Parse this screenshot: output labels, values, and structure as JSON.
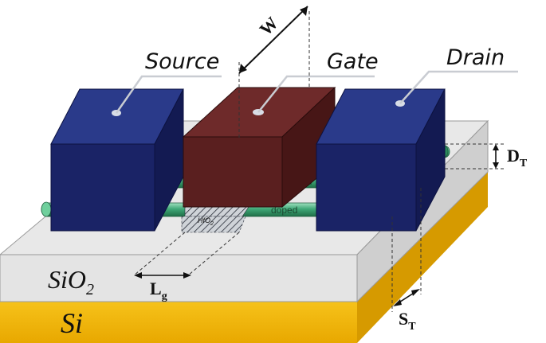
{
  "labels": {
    "source": "Source",
    "gate": "Gate",
    "drain": "Drain",
    "width": "W",
    "dt_main": "D",
    "dt_sub": "T",
    "st_main": "S",
    "st_sub": "T",
    "lg_main": "L",
    "lg_sub": "g",
    "sio2_main": "SiO",
    "sio2_sub": "2",
    "si": "Si",
    "doped": "doped",
    "hfo2_main": "HfO",
    "hfo2_sub": "2"
  },
  "colors": {
    "source_drain": "#1a2366",
    "gate": "#5a1f1f",
    "nanowire": "#3fa877",
    "oxide": "#e6e6e6",
    "silicon": "#f5b800"
  }
}
